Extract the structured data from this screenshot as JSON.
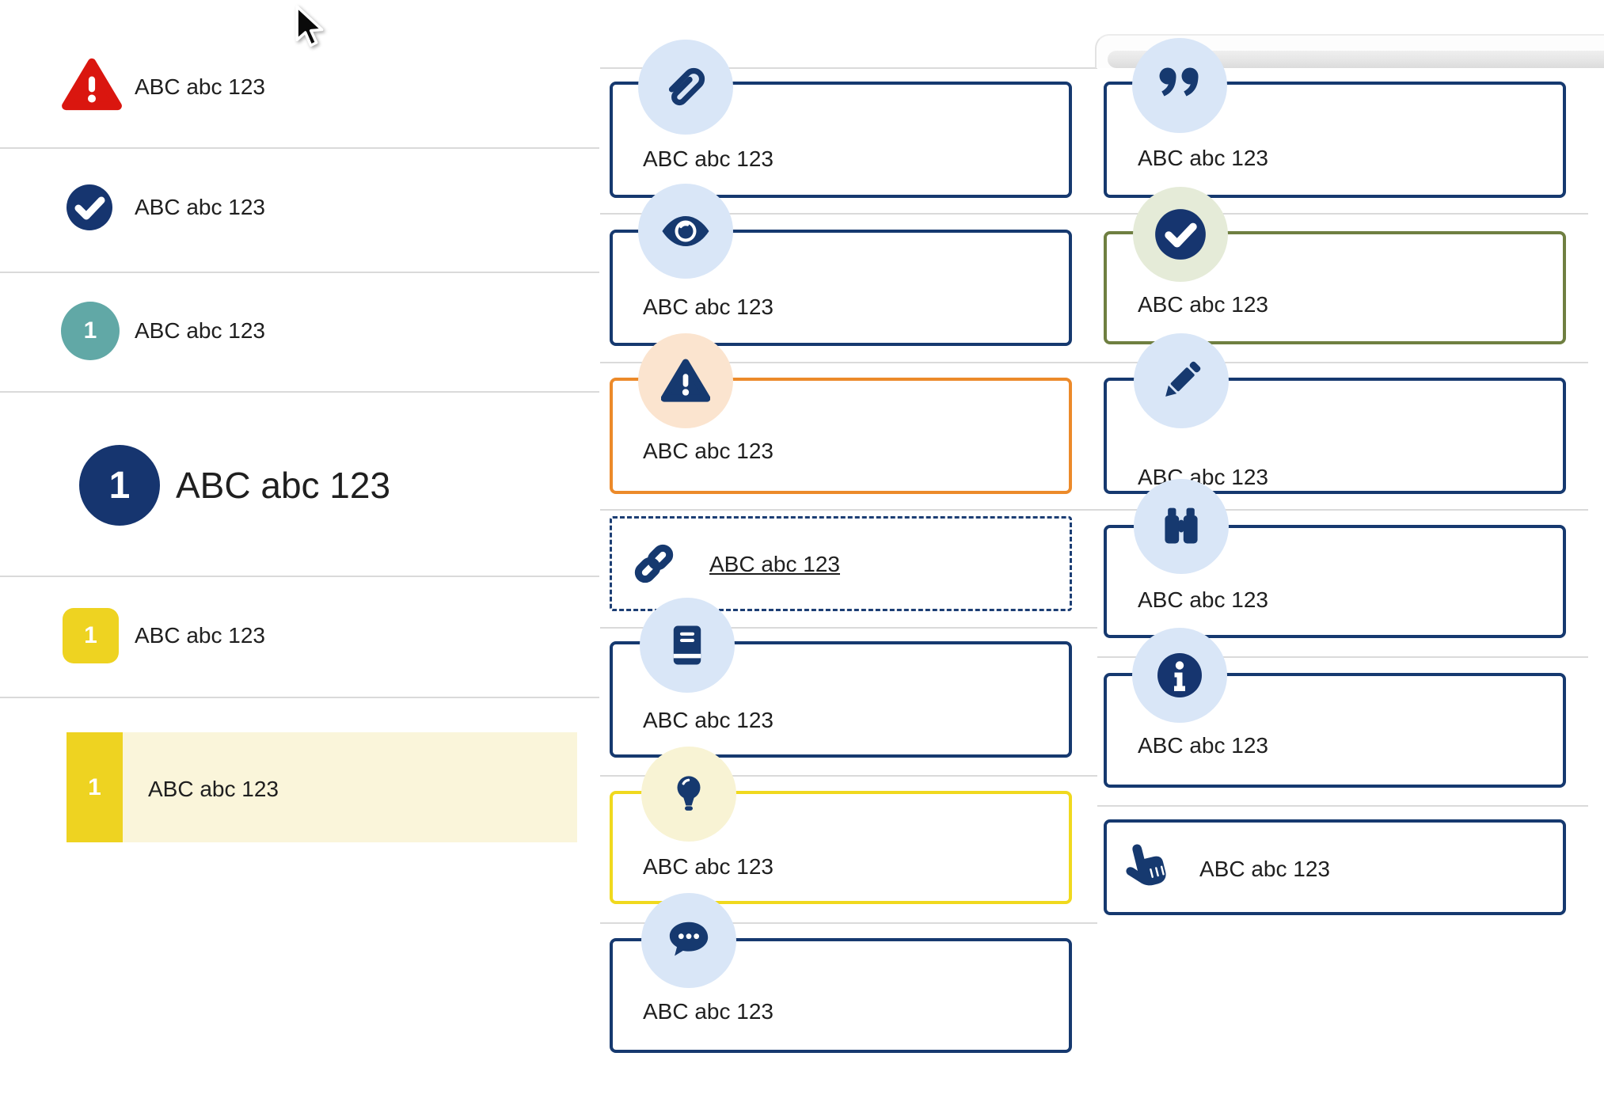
{
  "colors": {
    "navy": "#16396f",
    "light_blue_badge": "#d9e6f7",
    "orange_border": "#ec8a2a",
    "pale_orange_badge": "#fbe4cf",
    "yellow_border": "#f0d91e",
    "pale_yellow_badge": "#f8f3d4",
    "olive_border": "#6f7f41",
    "pale_green_badge": "#e5ebd8",
    "red_alert": "#da160f",
    "teal_badge": "#61a8a6",
    "yellow_tag": "#eed321",
    "highlight_row": "#faf5da",
    "divider": "#dadada",
    "text": "#1f1f1f"
  },
  "cursor": {
    "icon": "arrow-cursor-icon"
  },
  "left_list": {
    "items": [
      {
        "icon": "alert-triangle-icon",
        "label": "ABC abc 123"
      },
      {
        "icon": "check-circle-icon",
        "label": "ABC abc 123"
      },
      {
        "icon": "teal-number-badge",
        "badge": "1",
        "label": "ABC abc 123"
      },
      {
        "icon": "large-navy-number-badge",
        "badge": "1",
        "label": "ABC abc 123"
      },
      {
        "icon": "yellow-number-tag",
        "badge": "1",
        "label": "ABC abc 123"
      },
      {
        "icon": "yellow-number-block",
        "badge": "1",
        "label": "ABC abc 123",
        "highlighted": true
      }
    ]
  },
  "middle_callouts": {
    "items": [
      {
        "icon": "paperclip-icon",
        "label": "ABC abc 123",
        "variant": "navy"
      },
      {
        "icon": "eye-icon",
        "label": "ABC abc 123",
        "variant": "navy"
      },
      {
        "icon": "warning-triangle-icon",
        "label": "ABC abc 123",
        "variant": "orange"
      },
      {
        "icon": "link-icon",
        "label": "ABC abc 123",
        "variant": "dashed-link"
      },
      {
        "icon": "book-icon",
        "label": "ABC abc 123",
        "variant": "navy"
      },
      {
        "icon": "lightbulb-icon",
        "label": "ABC abc 123",
        "variant": "yellow"
      },
      {
        "icon": "chat-bubble-icon",
        "label": "ABC abc 123",
        "variant": "navy"
      }
    ]
  },
  "right_callouts": {
    "items": [
      {
        "icon": "quote-icon",
        "label": "ABC abc 123",
        "variant": "navy"
      },
      {
        "icon": "check-circle-icon",
        "label": "ABC abc 123",
        "variant": "olive"
      },
      {
        "icon": "pencil-icon",
        "label": "ABC abc 123",
        "variant": "navy"
      },
      {
        "icon": "binoculars-icon",
        "label": "ABC abc 123",
        "variant": "navy"
      },
      {
        "icon": "info-circle-icon",
        "label": "ABC abc 123",
        "variant": "navy"
      },
      {
        "icon": "hand-point-up-icon",
        "label": "ABC abc 123",
        "variant": "navy-inline"
      }
    ]
  }
}
